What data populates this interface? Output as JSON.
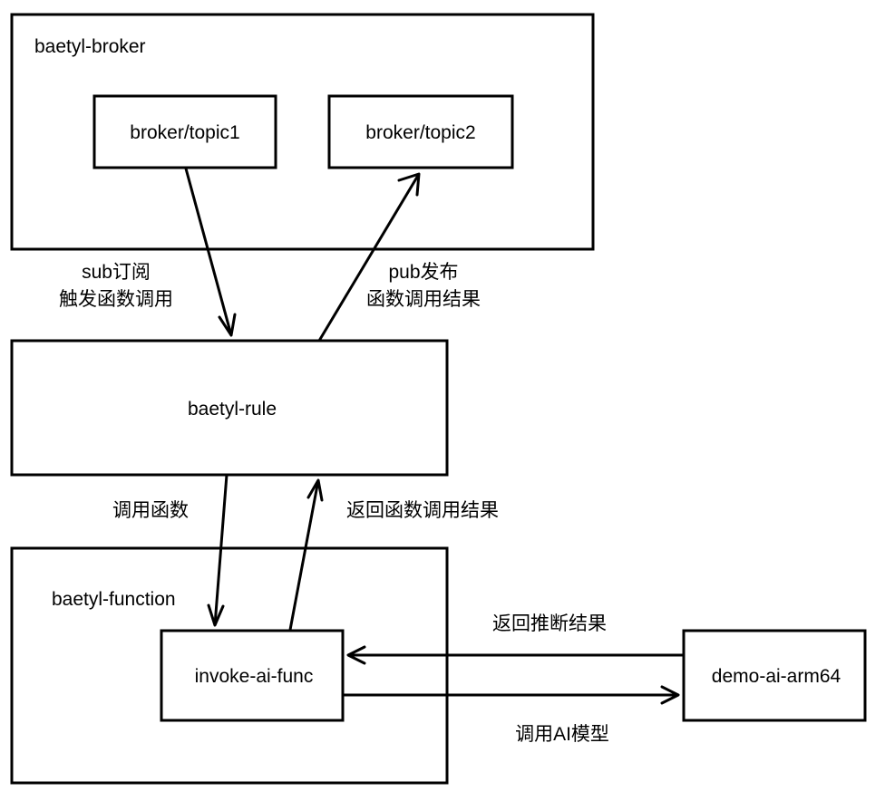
{
  "nodes": {
    "broker": {
      "label": "baetyl-broker"
    },
    "topic1": {
      "label": "broker/topic1"
    },
    "topic2": {
      "label": "broker/topic2"
    },
    "rule": {
      "label": "baetyl-rule"
    },
    "function": {
      "label": "baetyl-function"
    },
    "invoke": {
      "label": "invoke-ai-func"
    },
    "demo": {
      "label": "demo-ai-arm64"
    }
  },
  "edges": {
    "sub": {
      "line1": "sub订阅",
      "line2": "触发函数调用"
    },
    "pub": {
      "line1": "pub发布",
      "line2": "函数调用结果"
    },
    "call_func": {
      "label": "调用函数"
    },
    "return_func": {
      "label": "返回函数调用结果"
    },
    "return_infer": {
      "label": "返回推断结果"
    },
    "call_model": {
      "label": "调用AI模型"
    }
  }
}
